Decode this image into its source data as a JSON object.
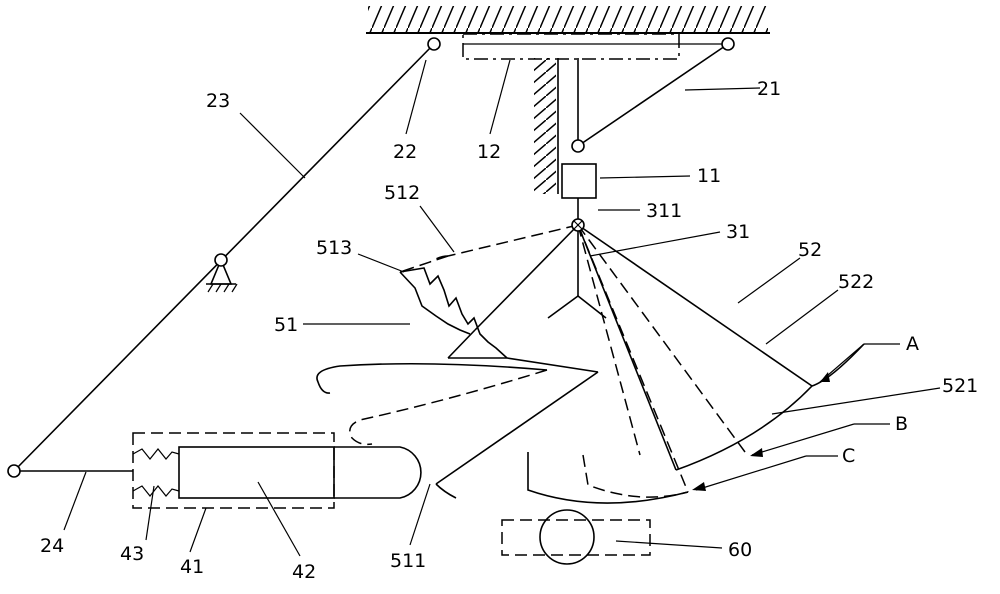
{
  "labels": {
    "l23": "23",
    "l22": "22",
    "l12": "12",
    "l21": "21",
    "l11": "11",
    "l311": "311",
    "l512": "512",
    "l31": "31",
    "l52": "52",
    "l513": "513",
    "l522": "522",
    "l51": "51",
    "lA": "A",
    "l521": "521",
    "lB": "B",
    "lC": "C",
    "l60": "60",
    "l24": "24",
    "l43": "43",
    "l41": "41",
    "l42": "42",
    "l511": "511"
  }
}
